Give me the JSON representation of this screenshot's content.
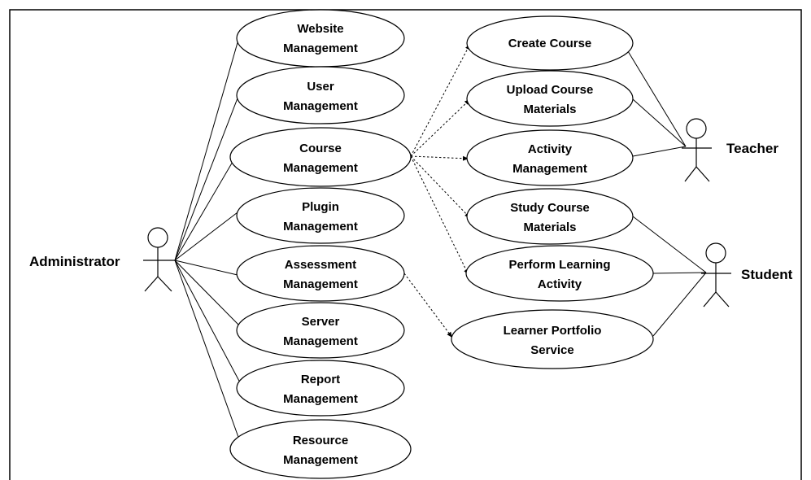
{
  "actors": {
    "administrator": "Administrator",
    "teacher": "Teacher",
    "student": "Student"
  },
  "use_cases": {
    "website_management": [
      "Website",
      "Management"
    ],
    "user_management": [
      "User",
      "Management"
    ],
    "course_management": [
      "Course",
      "Management"
    ],
    "plugin_management": [
      "Plugin",
      "Management"
    ],
    "assessment_management": [
      "Assessment",
      "Management"
    ],
    "server_management": [
      "Server",
      "Management"
    ],
    "report_management": [
      "Report",
      "Management"
    ],
    "resource_management": [
      "Resource",
      "Management"
    ],
    "create_course": [
      "Create Course"
    ],
    "upload_course_materials": [
      "Upload Course",
      "Materials"
    ],
    "activity_management": [
      "Activity",
      "Management"
    ],
    "study_course_materials": [
      "Study Course",
      "Materials"
    ],
    "perform_learning_activity": [
      "Perform Learning",
      "Activity"
    ],
    "learner_portfolio_service": [
      "Learner Portfolio",
      "Service"
    ]
  }
}
